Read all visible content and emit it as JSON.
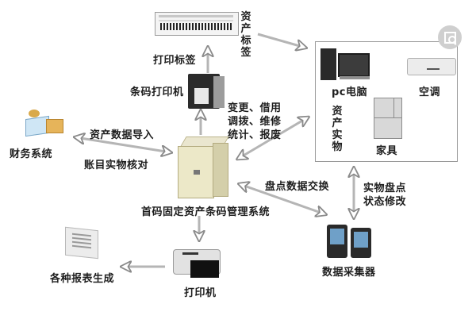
{
  "diagram": {
    "title": "首码固定资产条码管理系统",
    "nodes": {
      "asset_label": {
        "label": "资产标签"
      },
      "print_label": {
        "label": "打印标签"
      },
      "barcode_printer": {
        "label": "条码打印机"
      },
      "finance_system": {
        "label": "财务系统"
      },
      "core_system": {
        "label": "首码固定资产条码管理系统"
      },
      "pc": {
        "label": "pc电脑"
      },
      "air_conditioner": {
        "label": "空调"
      },
      "physical_assets": {
        "label": "资产实物"
      },
      "furniture": {
        "label": "家具"
      },
      "data_collector": {
        "label": "数据采集器"
      },
      "printer": {
        "label": "打印机"
      },
      "reports": {
        "label": "各种报表生成"
      }
    },
    "edges": {
      "finance_import": {
        "label": "资产数据导入"
      },
      "finance_reconcile": {
        "label": "账目实物核对"
      },
      "asset_ops": {
        "line1": "变更、借用",
        "line2": "调拨、维修",
        "line3": "统计、报废"
      },
      "inventory_exchange": {
        "label": "盘点数据交换"
      },
      "inventory_status": {
        "line1": "实物盘点",
        "line2": "状态修改"
      }
    }
  },
  "controls": {
    "zoom_icon": "zoom-icon"
  }
}
